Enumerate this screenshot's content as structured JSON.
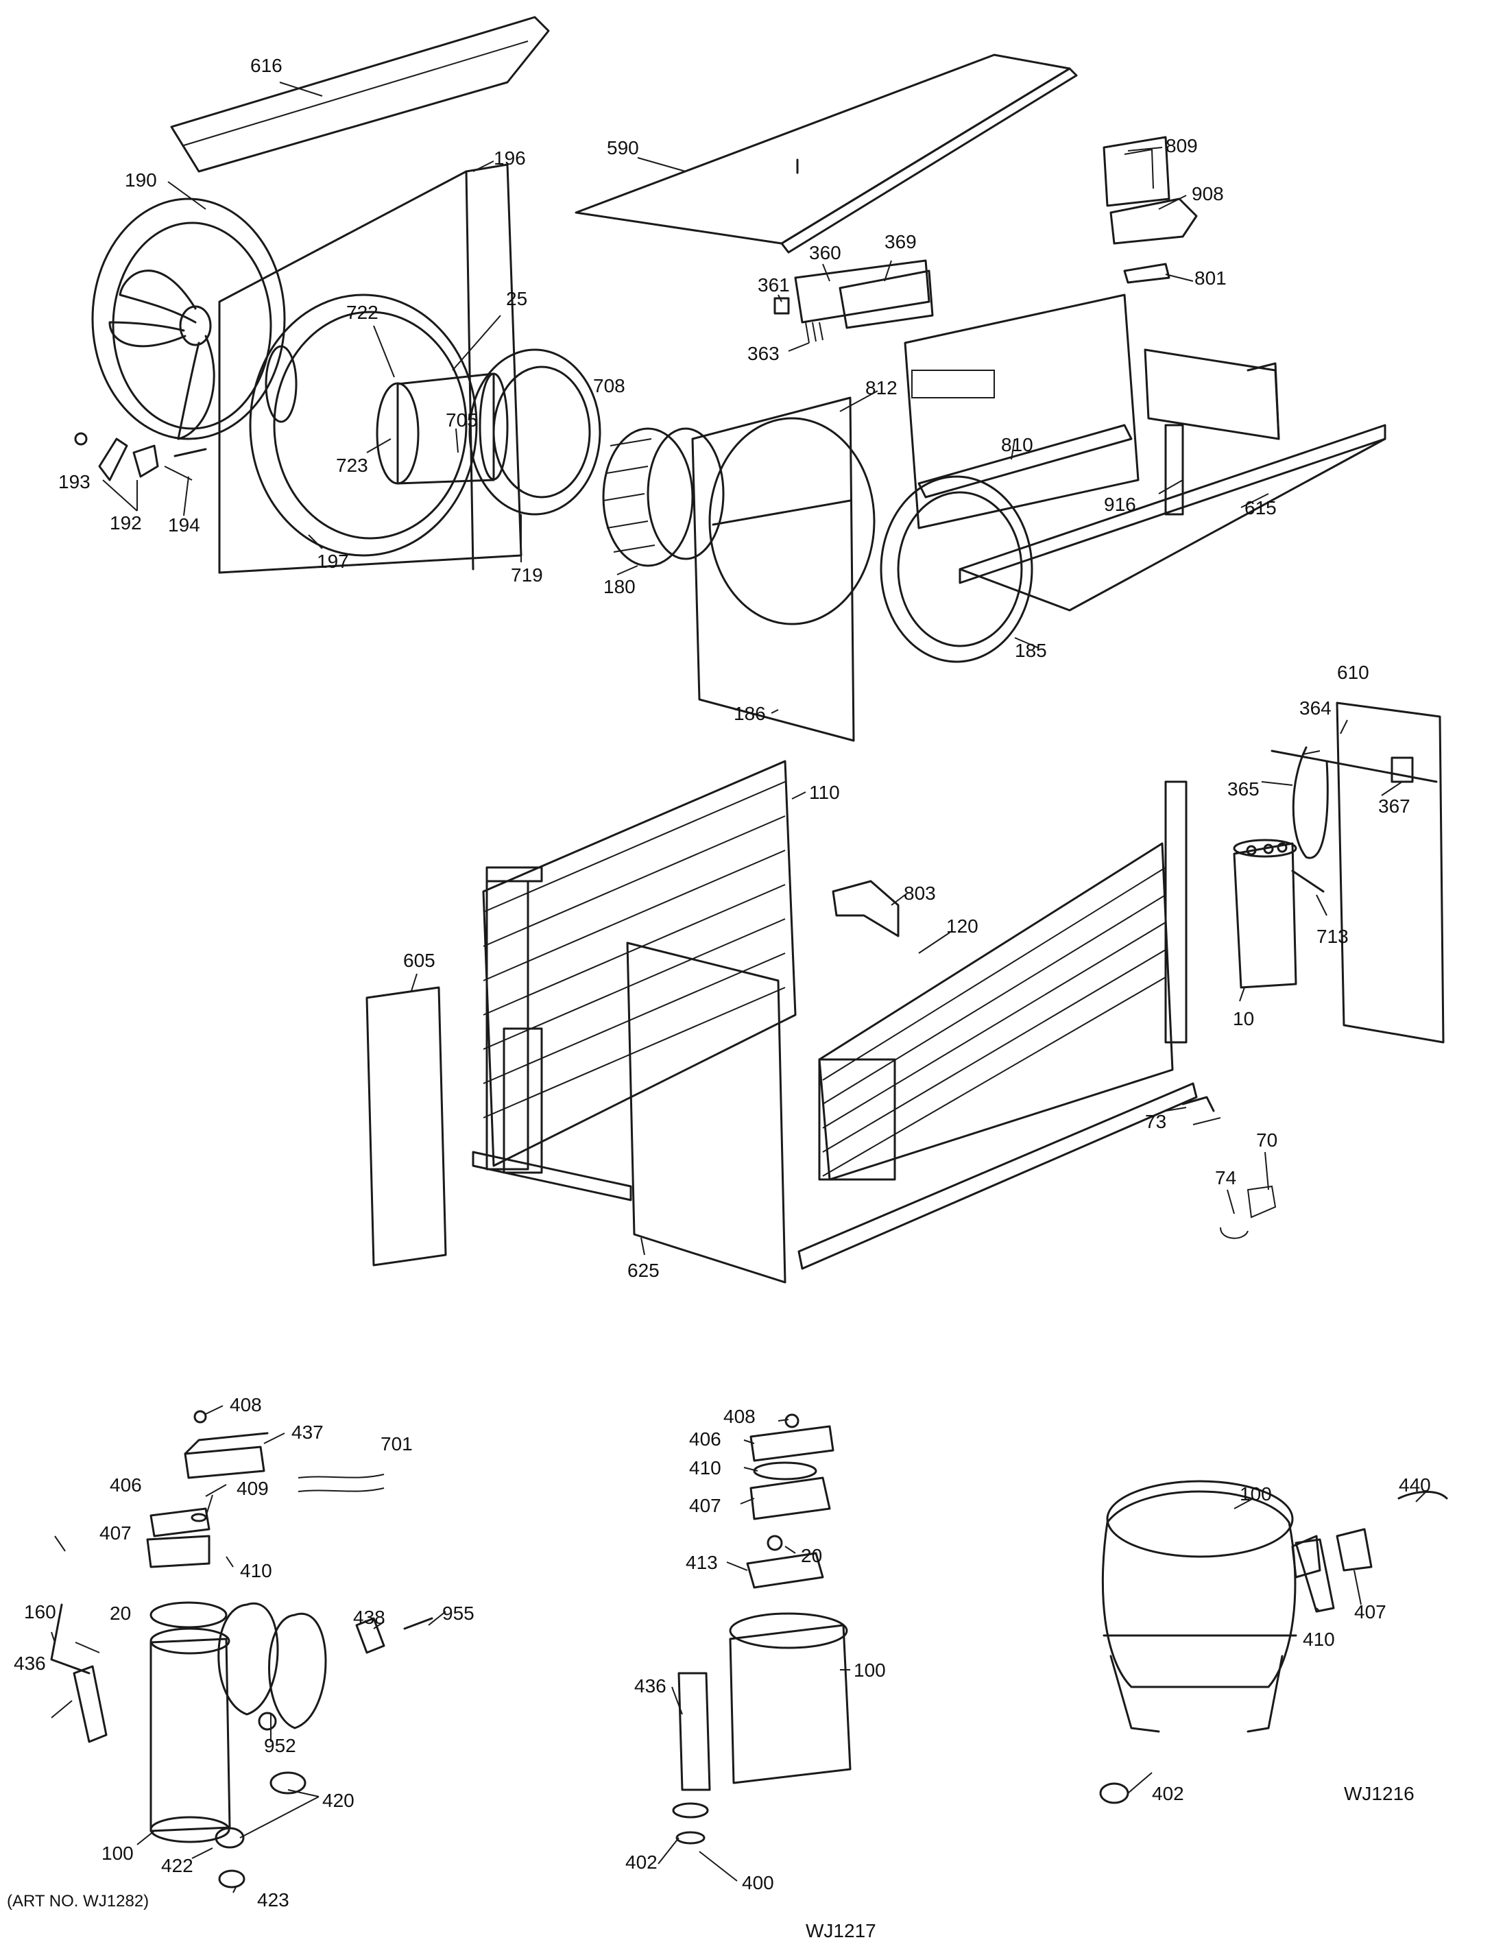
{
  "labels": {
    "p616": "616",
    "p190": "190",
    "p196": "196",
    "p590": "590",
    "p809": "809",
    "p908": "908",
    "p801": "801",
    "p360": "360",
    "p369": "369",
    "p361": "361",
    "p363": "363",
    "p25": "25",
    "p722": "722",
    "p705": "705",
    "p723": "723",
    "p708": "708",
    "p812": "812",
    "p810": "810",
    "p193": "193",
    "p192": "192",
    "p194": "194",
    "p197": "197",
    "p719": "719",
    "p180": "180",
    "p916": "916",
    "p615": "615",
    "p185": "185",
    "p186": "186",
    "p610": "610",
    "p364": "364",
    "p365": "365",
    "p367": "367",
    "p110": "110",
    "p803": "803",
    "p120": "120",
    "p605": "605",
    "p713": "713",
    "p10": "10",
    "p73": "73",
    "p70": "70",
    "p74": "74",
    "p625": "625",
    "l408": "408",
    "l437": "437",
    "l701": "701",
    "l406": "406",
    "l409": "409",
    "l407": "407",
    "l410": "410",
    "l160": "160",
    "l20": "20",
    "l438": "438",
    "l955": "955",
    "l436": "436",
    "l952": "952",
    "l420": "420",
    "l100": "100",
    "l422": "422",
    "l423": "423",
    "m408": "408",
    "m406": "406",
    "m410": "410",
    "m407": "407",
    "m20": "20",
    "m413": "413",
    "m100": "100",
    "m436": "436",
    "m402": "402",
    "m400": "400",
    "r100": "100",
    "r440": "440",
    "r407": "407",
    "r410": "410",
    "r402": "402"
  },
  "captions": {
    "art_no": "(ART NO. WJ1282)",
    "wj1217": "WJ1217",
    "wj1216": "WJ1216"
  }
}
